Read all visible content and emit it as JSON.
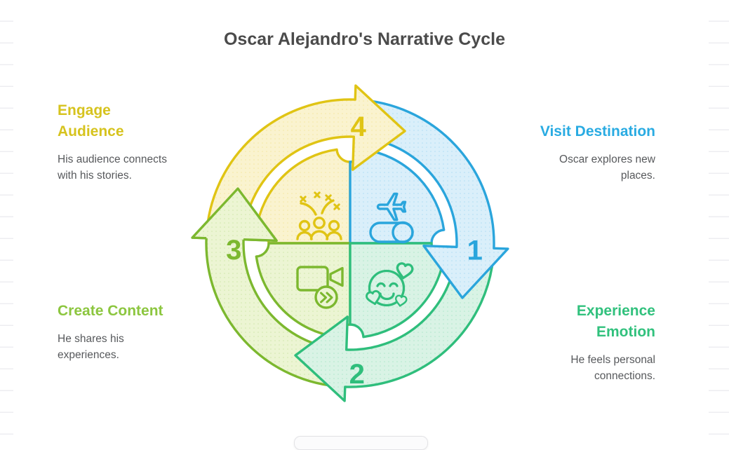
{
  "title": "Oscar Alejandro's Narrative Cycle",
  "diagram_type": "cycle",
  "steps": [
    {
      "number": "1",
      "label": "Visit Destination",
      "description": "Oscar explores new places.",
      "stroke": "#2aa5dc",
      "fill": "#daeffa",
      "text_color": "#29abe2",
      "icon": "airplane-toggle-icon",
      "label_side": "right"
    },
    {
      "number": "2",
      "label": "Experience Emotion",
      "description": "He feels personal connections.",
      "stroke": "#2fbe7c",
      "fill": "#d9f3e5",
      "text_color": "#31c17d",
      "icon": "smiley-hearts-icon",
      "label_side": "right"
    },
    {
      "number": "3",
      "label": "Create Content",
      "description": "He shares his experiences.",
      "stroke": "#7cb82f",
      "fill": "#ecf5d3",
      "text_color": "#8cc63f",
      "icon": "video-camera-icon",
      "label_side": "left"
    },
    {
      "number": "4",
      "label": "Engage Audience",
      "description": "His audience connects with his stories.",
      "stroke": "#e0c414",
      "fill": "#faf3cf",
      "text_color": "#d6c31e",
      "icon": "celebration-confetti-icon",
      "label_side": "left"
    }
  ]
}
